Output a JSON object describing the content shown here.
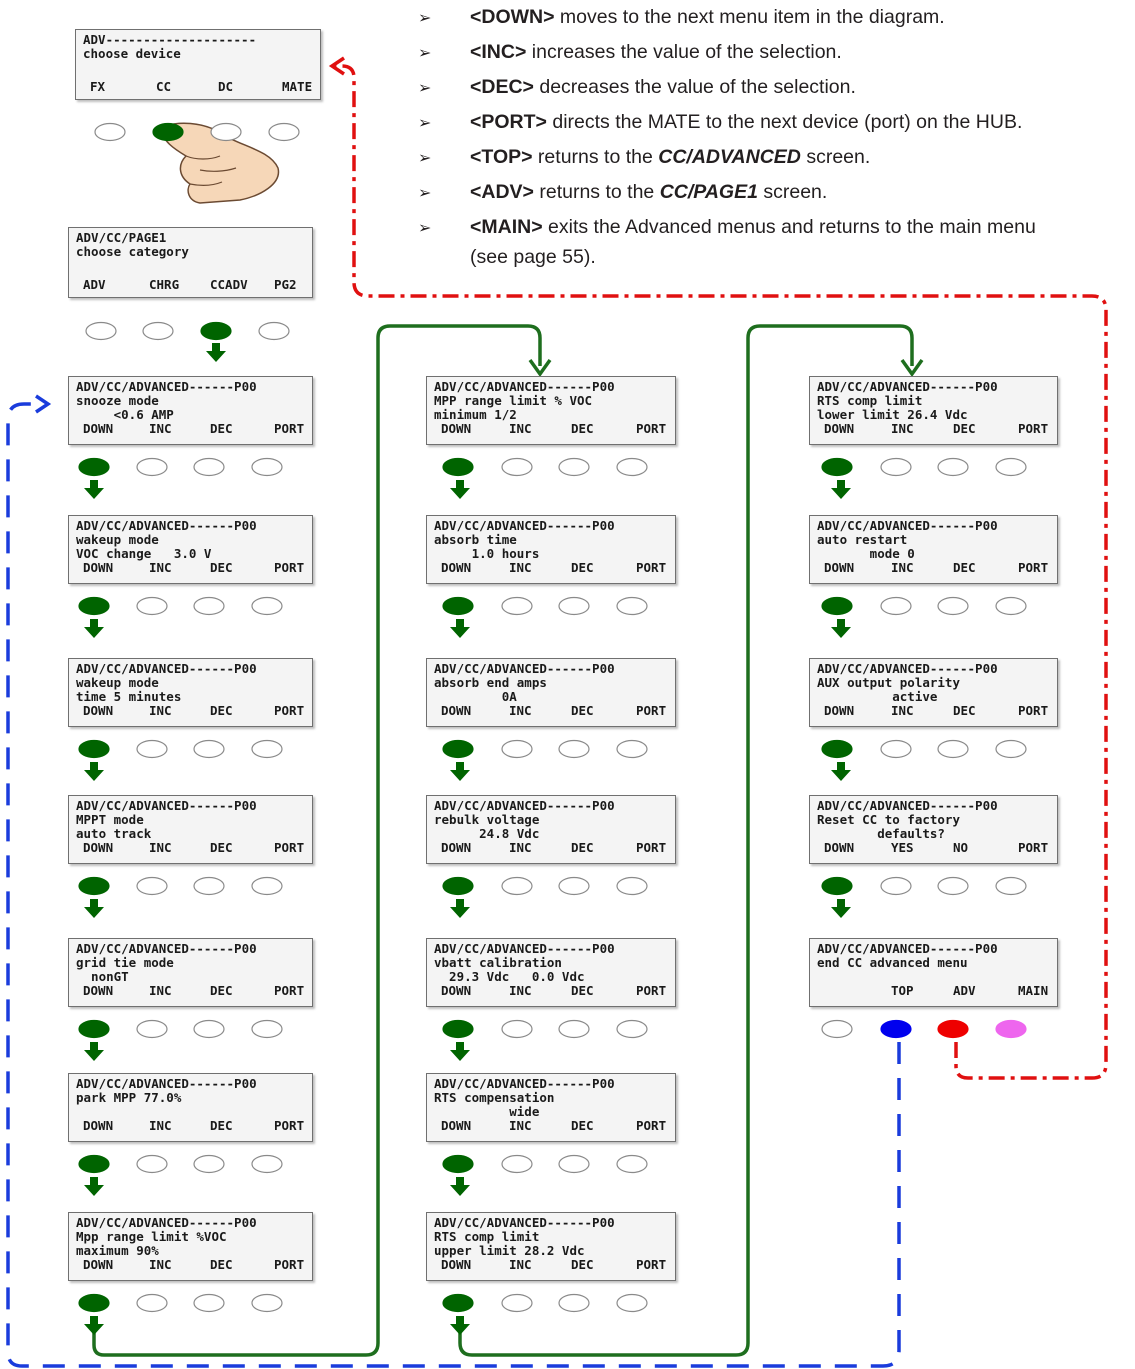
{
  "bullets": [
    {
      "key": "<DOWN>",
      "text": " moves to the next menu item in the diagram.",
      "pre": "",
      "screen": "",
      "post": ""
    },
    {
      "key": "<INC>",
      "text": " increases the value of the selection.",
      "pre": "",
      "screen": "",
      "post": ""
    },
    {
      "key": "<DEC>",
      "text": " decreases the value of the selection.",
      "pre": "",
      "screen": "",
      "post": ""
    },
    {
      "key": "<PORT>",
      "text": " directs the MATE to the next device (port) on the HUB.",
      "pre": "",
      "screen": "",
      "post": ""
    },
    {
      "key": "<TOP>",
      "text": "",
      "pre": " returns to the ",
      "screen": "CC/ADVANCED",
      "post": " screen."
    },
    {
      "key": "<ADV>",
      "text": "",
      "pre": " returns to the ",
      "screen": "CC/PAGE1",
      "post": " screen."
    },
    {
      "key": "<MAIN>",
      "text": " exits the Advanced menus and returns to the main menu",
      "pre": "",
      "screen": "",
      "post": ""
    }
  ],
  "note": "(see page 55).",
  "bullet_glyph": "➢",
  "colors": {
    "button_green": "#006400",
    "wire_green": "#1e6e1e",
    "wire_blue": "#1a3cdc",
    "wire_red": "#e01010",
    "button_blue": "#0000ee",
    "button_red": "#ee0000",
    "button_magenta": "#ee66ee"
  },
  "screens": {
    "choose_device": {
      "lines": [
        "ADV--------------------",
        "choose device"
      ],
      "keys": [
        "FX",
        "CC",
        "DC",
        "MATE"
      ]
    },
    "page1": {
      "lines": [
        "ADV/CC/PAGE1",
        "choose category"
      ],
      "keys": [
        "ADV",
        "CHRG",
        "CCADV",
        "PG2"
      ]
    },
    "c1": [
      {
        "lines": [
          "ADV/CC/ADVANCED------P00",
          "snooze mode",
          "     <0.6 AMP"
        ],
        "keys": [
          "DOWN",
          "INC",
          "DEC",
          "PORT"
        ]
      },
      {
        "lines": [
          "ADV/CC/ADVANCED------P00",
          "wakeup mode",
          "VOC change   3.0 V"
        ],
        "keys": [
          "DOWN",
          "INC",
          "DEC",
          "PORT"
        ]
      },
      {
        "lines": [
          "ADV/CC/ADVANCED------P00",
          "wakeup mode",
          "time 5 minutes"
        ],
        "keys": [
          "DOWN",
          "INC",
          "DEC",
          "PORT"
        ]
      },
      {
        "lines": [
          "ADV/CC/ADVANCED------P00",
          "MPPT mode",
          "auto track"
        ],
        "keys": [
          "DOWN",
          "INC",
          "DEC",
          "PORT"
        ]
      },
      {
        "lines": [
          "ADV/CC/ADVANCED------P00",
          "grid tie mode",
          "  nonGT"
        ],
        "keys": [
          "DOWN",
          "INC",
          "DEC",
          "PORT"
        ]
      },
      {
        "lines": [
          "ADV/CC/ADVANCED------P00",
          "park MPP 77.0%",
          ""
        ],
        "keys": [
          "DOWN",
          "INC",
          "DEC",
          "PORT"
        ]
      },
      {
        "lines": [
          "ADV/CC/ADVANCED------P00",
          "Mpp range limit %VOC",
          "maximum 90%"
        ],
        "keys": [
          "DOWN",
          "INC",
          "DEC",
          "PORT"
        ]
      }
    ],
    "c2": [
      {
        "lines": [
          "ADV/CC/ADVANCED------P00",
          "MPP range limit % VOC",
          "minimum 1/2"
        ],
        "keys": [
          "DOWN",
          "INC",
          "DEC",
          "PORT"
        ]
      },
      {
        "lines": [
          "ADV/CC/ADVANCED------P00",
          "absorb time",
          "     1.0 hours"
        ],
        "keys": [
          "DOWN",
          "INC",
          "DEC",
          "PORT"
        ]
      },
      {
        "lines": [
          "ADV/CC/ADVANCED------P00",
          "absorb end amps",
          "         0A"
        ],
        "keys": [
          "DOWN",
          "INC",
          "DEC",
          "PORT"
        ]
      },
      {
        "lines": [
          "ADV/CC/ADVANCED------P00",
          "rebulk voltage",
          "      24.8 Vdc"
        ],
        "keys": [
          "DOWN",
          "INC",
          "DEC",
          "PORT"
        ]
      },
      {
        "lines": [
          "ADV/CC/ADVANCED------P00",
          "vbatt calibration",
          "  29.3 Vdc   0.0 Vdc"
        ],
        "keys": [
          "DOWN",
          "INC",
          "DEC",
          "PORT"
        ]
      },
      {
        "lines": [
          "ADV/CC/ADVANCED------P00",
          "RTS compensation",
          "          wide"
        ],
        "keys": [
          "DOWN",
          "INC",
          "DEC",
          "PORT"
        ]
      },
      {
        "lines": [
          "ADV/CC/ADVANCED------P00",
          "RTS comp limit",
          "upper limit 28.2 Vdc"
        ],
        "keys": [
          "DOWN",
          "INC",
          "DEC",
          "PORT"
        ]
      }
    ],
    "c3": [
      {
        "lines": [
          "ADV/CC/ADVANCED------P00",
          "RTS comp limit",
          "lower limit 26.4 Vdc"
        ],
        "keys": [
          "DOWN",
          "INC",
          "DEC",
          "PORT"
        ]
      },
      {
        "lines": [
          "ADV/CC/ADVANCED------P00",
          "auto restart",
          "       mode 0"
        ],
        "keys": [
          "DOWN",
          "INC",
          "DEC",
          "PORT"
        ]
      },
      {
        "lines": [
          "ADV/CC/ADVANCED------P00",
          "AUX output polarity",
          "          active"
        ],
        "keys": [
          "DOWN",
          "INC",
          "DEC",
          "PORT"
        ]
      },
      {
        "lines": [
          "ADV/CC/ADVANCED------P00",
          "Reset CC to factory",
          "        defaults?"
        ],
        "keys": [
          "DOWN",
          "YES",
          "NO",
          "PORT"
        ]
      },
      {
        "lines": [
          "ADV/CC/ADVANCED------P00",
          "end CC advanced menu",
          ""
        ],
        "keys": [
          "",
          "TOP",
          "ADV",
          "MAIN"
        ]
      }
    ]
  }
}
